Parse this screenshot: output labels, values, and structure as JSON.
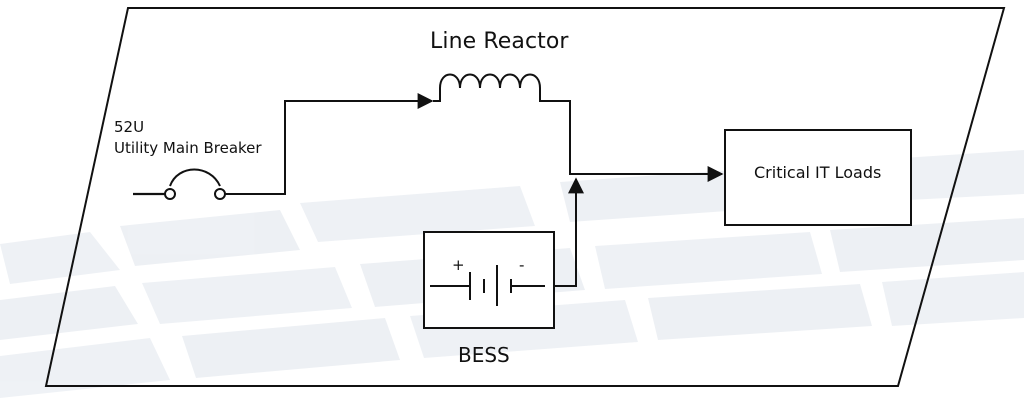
{
  "labels": {
    "line_reactor": "Line Reactor",
    "breaker_id": "52U",
    "breaker_name": "Utility Main Breaker",
    "critical_loads": "Critical IT Loads",
    "bess": "BESS",
    "battery_plus": "+",
    "battery_minus": "-"
  },
  "colors": {
    "background": "#ffffff",
    "line": "#111111",
    "text": "#111111",
    "bg_pattern": "#e9edf2"
  },
  "components": [
    "utility-main-breaker",
    "line-reactor",
    "bess-battery",
    "critical-it-loads"
  ]
}
